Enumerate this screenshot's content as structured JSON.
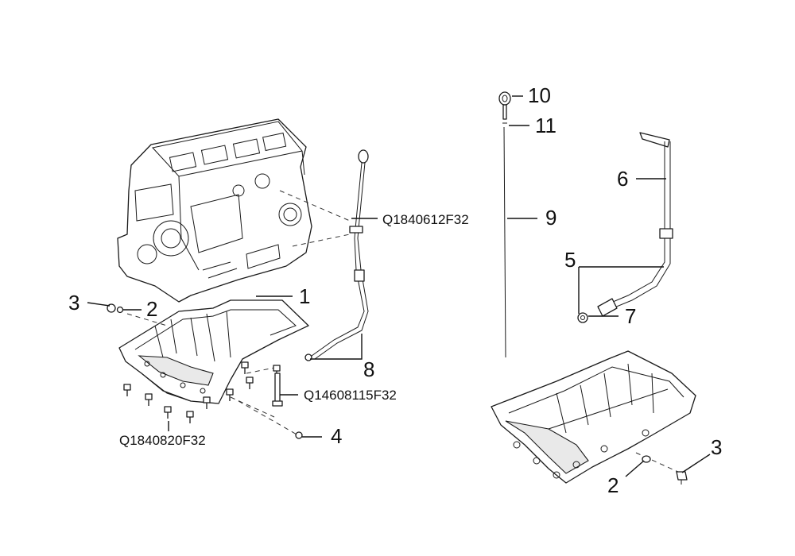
{
  "callouts": {
    "n1": "1",
    "n2_left": "2",
    "n3_left": "3",
    "n4": "4",
    "n5": "5",
    "n6": "6",
    "n7": "7",
    "n8": "8",
    "n9": "9",
    "n10": "10",
    "n11": "11",
    "n2_right": "2",
    "n3_right": "3"
  },
  "part_codes": {
    "dipstick_bolt": "Q1840612F32",
    "stud_bolt": "Q14608115F32",
    "pan_bolts": "Q1840820F32"
  }
}
